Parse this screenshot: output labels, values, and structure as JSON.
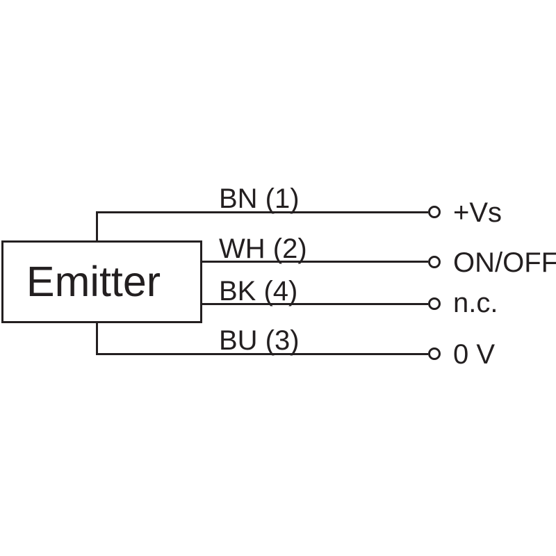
{
  "diagram": {
    "device": {
      "label": "Emitter"
    },
    "colors": {
      "line": "#231f20",
      "background": "#ffffff"
    },
    "wires": [
      {
        "label": "BN (1)",
        "terminal": "+Vs"
      },
      {
        "label": "WH (2)",
        "terminal": "ON/OFF"
      },
      {
        "label": "BK (4)",
        "terminal": "n.c."
      },
      {
        "label": "BU (3)",
        "terminal": "0 V"
      }
    ]
  }
}
